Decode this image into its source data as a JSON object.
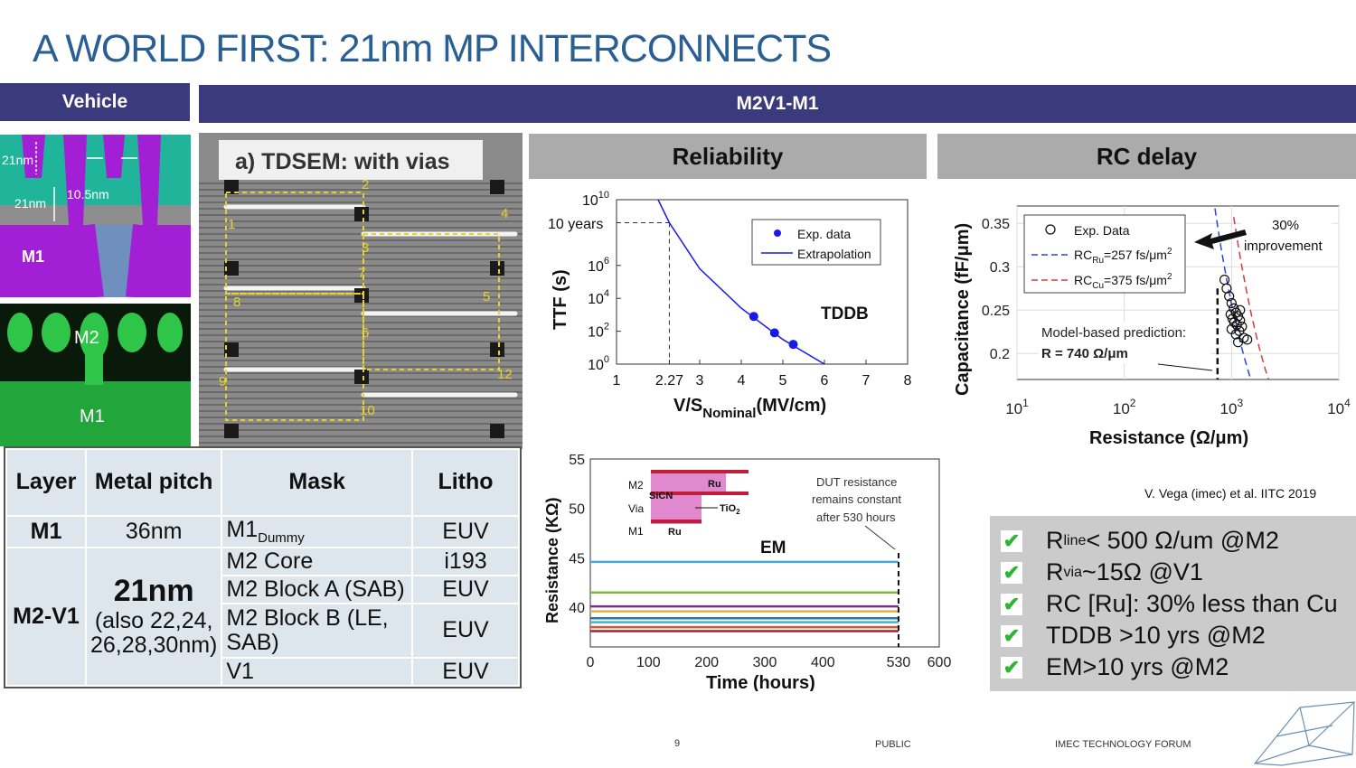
{
  "slide": {
    "title": "A WORLD FIRST: 21nm MP INTERCONNECTS",
    "vehicle_label": "Vehicle",
    "m2v1_label": "M2V1-M1",
    "reliability_label": "Reliability",
    "rc_label": "RC delay",
    "citation": "V. Vega (imec) et al. IITC 2019"
  },
  "schematic": {
    "dim_21nm_v": "21nm",
    "dim_10_5": "10.5nm",
    "dim_21nm_h": "21nm",
    "m1": "M1"
  },
  "tem": {
    "m2": "M2",
    "m1": "M1"
  },
  "tdsem": {
    "title": "a) TDSEM: with vias",
    "marks": [
      "2",
      "4",
      "1",
      "3",
      "7",
      "5",
      "8",
      "6",
      "9",
      "12",
      "10"
    ]
  },
  "table": {
    "headers": [
      "Layer",
      "Metal pitch",
      "Mask",
      "Litho"
    ],
    "m1_layer": "M1",
    "m1_pitch": "36nm",
    "m1_mask": "M1",
    "m1_mask_sub": "Dummy",
    "m1_litho": "EUV",
    "m2_layer": "M2-V1",
    "m2_pitch_main": "21nm",
    "m2_pitch_note": "(also 22,24, 26,28,30nm)",
    "rows": [
      {
        "mask": "M2 Core",
        "litho": "i193"
      },
      {
        "mask": "M2 Block A (SAB)",
        "litho": "EUV"
      },
      {
        "mask": "M2 Block B (LE, SAB)",
        "litho": "EUV"
      },
      {
        "mask": "V1",
        "litho": "EUV"
      }
    ]
  },
  "chart_data": [
    {
      "type": "line",
      "title": "",
      "annotation": "TDDB",
      "xlabel": "V/S",
      "xlabel_sub": "Nominal",
      "xlabel_unit": "(MV/cm)",
      "ylabel": "TTF (s)",
      "xlim": [
        1,
        8
      ],
      "ylim_log10": [
        0,
        10
      ],
      "x_ticks": [
        "1",
        "2.27",
        "3",
        "4",
        "5",
        "6",
        "7",
        "8"
      ],
      "y_ticks": [
        "10^0",
        "10^2",
        "10^4",
        "10^6",
        "10^10"
      ],
      "y_tick_labels": {
        "base": "10",
        "exps": [
          "0",
          "2",
          "4",
          "6",
          "10"
        ]
      },
      "ten_years_label": "10 years",
      "legend": [
        "Exp. data",
        "Extrapolation"
      ],
      "series": [
        {
          "name": "Exp. data",
          "x": [
            4.3,
            4.8,
            5.25
          ],
          "log10_y": [
            2.9,
            1.9,
            1.2
          ]
        },
        {
          "name": "Extrapolation",
          "x": [
            2.0,
            2.27,
            3.0,
            4.0,
            5.0,
            6.0
          ],
          "log10_y": [
            10,
            8.6,
            5.8,
            3.4,
            1.5,
            0
          ]
        }
      ],
      "reference": {
        "x": 2.27,
        "log10_y": 8.6
      }
    },
    {
      "type": "line",
      "title": "",
      "annotation": "EM",
      "xlabel": "Time (hours)",
      "ylabel": "Resistance (KΩ)",
      "xlim": [
        0,
        600
      ],
      "ylim": [
        36,
        55
      ],
      "x_ticks": [
        "0",
        "100",
        "200",
        "300",
        "400",
        "530",
        "600"
      ],
      "y_ticks": [
        "40",
        "45",
        "50",
        "55"
      ],
      "note": [
        "DUT resistance",
        "remains constant",
        "after 530 hours"
      ],
      "inset_labels": {
        "m2": "M2",
        "via": "Via",
        "m1": "M1",
        "sicn": "SiCN",
        "ru_top": "Ru",
        "ru_bot": "Ru",
        "tio": "TiO",
        "tio_sub": "2"
      },
      "series": [
        {
          "values": [
            44.6,
            44.6
          ],
          "color": "#46a8df"
        },
        {
          "values": [
            41.5,
            41.5
          ],
          "color": "#7fb740"
        },
        {
          "values": [
            40.1,
            40.1
          ],
          "color": "#7a2e8e"
        },
        {
          "values": [
            39.6,
            39.6
          ],
          "color": "#e0b23a"
        },
        {
          "values": [
            38.9,
            38.9
          ],
          "color": "#2b6fb6"
        },
        {
          "values": [
            38.5,
            38.5
          ],
          "color": "#3fb3d8"
        },
        {
          "values": [
            38.0,
            38.0
          ],
          "color": "#e0532f"
        },
        {
          "values": [
            37.6,
            37.6
          ],
          "color": "#a2262c"
        }
      ],
      "x": [
        0,
        530
      ]
    },
    {
      "type": "scatter",
      "title": "",
      "xlabel": "Resistance (Ω/μm)",
      "ylabel": "Capacitance (fF/μm)",
      "xlim_log10": [
        1,
        4
      ],
      "ylim": [
        0.17,
        0.37
      ],
      "x_tick_labels": {
        "base": "10",
        "exps": [
          "1",
          "2",
          "3",
          "4"
        ]
      },
      "y_ticks": [
        "0.2",
        "0.25",
        "0.3",
        "0.35"
      ],
      "legend": [
        {
          "label": "Exp. Data"
        },
        {
          "label": "RC",
          "sub": "Ru",
          "tail": "=257 fs/μm",
          "sup": "2"
        },
        {
          "label": "RC",
          "sub": "Cu",
          "tail": "=375 fs/μm",
          "sup": "2"
        }
      ],
      "improvement": [
        "30%",
        "improvement"
      ],
      "prediction": [
        "Model-based prediction:",
        "R = 740 Ω/μm"
      ],
      "points": [
        {
          "x": 860,
          "y": 0.285
        },
        {
          "x": 900,
          "y": 0.275
        },
        {
          "x": 950,
          "y": 0.266
        },
        {
          "x": 1000,
          "y": 0.258
        },
        {
          "x": 1050,
          "y": 0.252
        },
        {
          "x": 1100,
          "y": 0.247
        },
        {
          "x": 980,
          "y": 0.245
        },
        {
          "x": 1150,
          "y": 0.243
        },
        {
          "x": 1020,
          "y": 0.24
        },
        {
          "x": 1200,
          "y": 0.238
        },
        {
          "x": 1060,
          "y": 0.236
        },
        {
          "x": 1120,
          "y": 0.233
        },
        {
          "x": 1250,
          "y": 0.231
        },
        {
          "x": 1000,
          "y": 0.228
        },
        {
          "x": 1180,
          "y": 0.226
        },
        {
          "x": 1100,
          "y": 0.222
        },
        {
          "x": 1300,
          "y": 0.218
        },
        {
          "x": 1150,
          "y": 0.213
        },
        {
          "x": 1400,
          "y": 0.216
        },
        {
          "x": 1200,
          "y": 0.25
        }
      ],
      "rc_ru_fs": 257,
      "rc_cu_fs": 375,
      "prediction_R": 740
    }
  ],
  "bullets": [
    {
      "pre": "R",
      "sub": "line",
      "post": "< 500 Ω/um @M2"
    },
    {
      "pre": "R",
      "sub": "via",
      "post": "~15Ω @V1"
    },
    {
      "pre": "RC [Ru]: 30% less than Cu",
      "sub": "",
      "post": ""
    },
    {
      "pre": "TDDB >10 yrs @M2",
      "sub": "",
      "post": ""
    },
    {
      "pre": "EM>10 yrs @M2",
      "sub": "",
      "post": ""
    }
  ],
  "footer": {
    "page": "9",
    "public": "PUBLIC",
    "forum": "IMEC TECHNOLOGY FORUM"
  },
  "colors": {
    "title": "#2a5f94",
    "navbar": "#3b3a7c",
    "purple": "#a31fd6",
    "teal": "#20b59a",
    "green": "#2bb530"
  }
}
